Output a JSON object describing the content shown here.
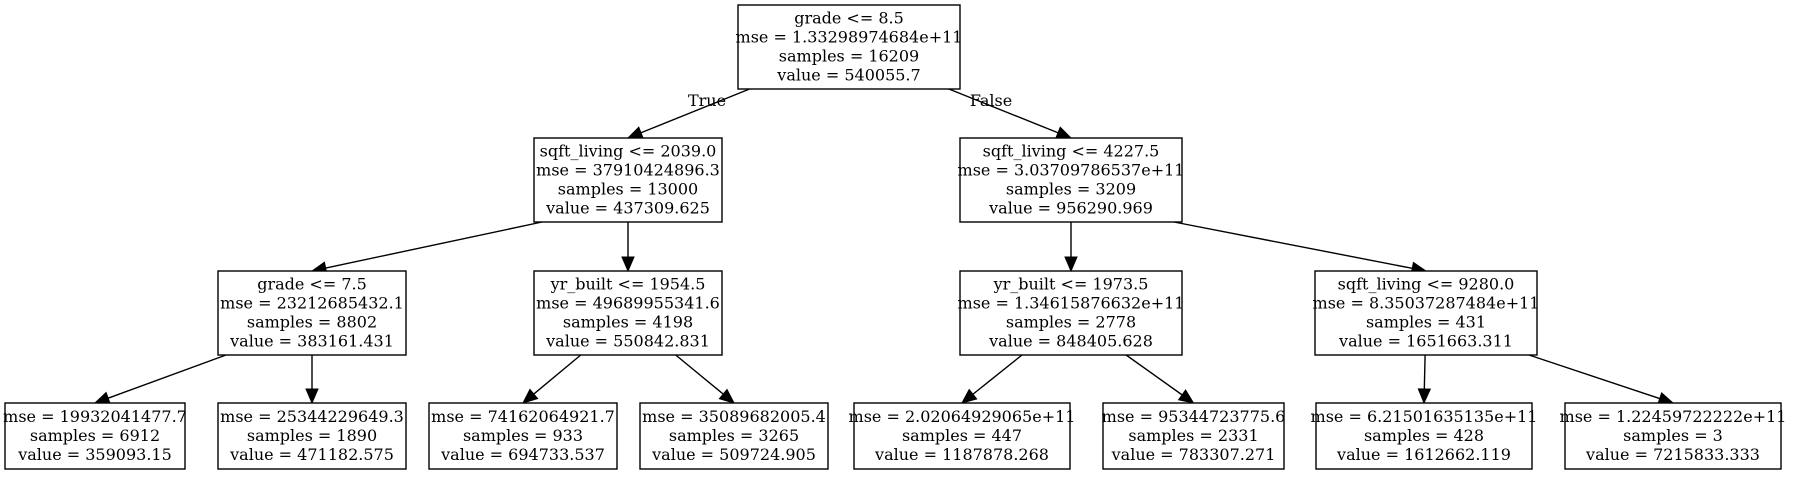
{
  "tree": {
    "nodes": [
      {
        "id": "n0",
        "lines": [
          "grade <= 8.5",
          "mse = 1.33298974684e+11",
          "samples = 16209",
          "value = 540055.7"
        ]
      },
      {
        "id": "n1",
        "lines": [
          "sqft_living <= 2039.0",
          "mse = 37910424896.3",
          "samples = 13000",
          "value = 437309.625"
        ]
      },
      {
        "id": "n2",
        "lines": [
          "sqft_living <= 4227.5",
          "mse = 3.03709786537e+11",
          "samples = 3209",
          "value = 956290.969"
        ]
      },
      {
        "id": "n3",
        "lines": [
          "grade <= 7.5",
          "mse = 23212685432.1",
          "samples = 8802",
          "value = 383161.431"
        ]
      },
      {
        "id": "n4",
        "lines": [
          "yr_built <= 1954.5",
          "mse = 49689955341.6",
          "samples = 4198",
          "value = 550842.831"
        ]
      },
      {
        "id": "n5",
        "lines": [
          "yr_built <= 1973.5",
          "mse = 1.34615876632e+11",
          "samples = 2778",
          "value = 848405.628"
        ]
      },
      {
        "id": "n6",
        "lines": [
          "sqft_living <= 9280.0",
          "mse = 8.35037287484e+11",
          "samples = 431",
          "value = 1651663.311"
        ]
      },
      {
        "id": "n7",
        "lines": [
          "mse = 19932041477.7",
          "samples = 6912",
          "value = 359093.15"
        ]
      },
      {
        "id": "n8",
        "lines": [
          "mse = 25344229649.3",
          "samples = 1890",
          "value = 471182.575"
        ]
      },
      {
        "id": "n9",
        "lines": [
          "mse = 74162064921.7",
          "samples = 933",
          "value = 694733.537"
        ]
      },
      {
        "id": "n10",
        "lines": [
          "mse = 35089682005.4",
          "samples = 3265",
          "value = 509724.905"
        ]
      },
      {
        "id": "n11",
        "lines": [
          "mse = 2.02064929065e+11",
          "samples = 447",
          "value = 1187878.268"
        ]
      },
      {
        "id": "n12",
        "lines": [
          "mse = 95344723775.6",
          "samples = 2331",
          "value = 783307.271"
        ]
      },
      {
        "id": "n13",
        "lines": [
          "mse = 6.21501635135e+11",
          "samples = 428",
          "value = 1612662.119"
        ]
      },
      {
        "id": "n14",
        "lines": [
          "mse = 1.22459722222e+11",
          "samples = 3",
          "value = 7215833.333"
        ]
      }
    ],
    "edges": [
      {
        "from": "n0",
        "to": "n1",
        "label": "True"
      },
      {
        "from": "n0",
        "to": "n2",
        "label": "False"
      },
      {
        "from": "n1",
        "to": "n3",
        "label": ""
      },
      {
        "from": "n1",
        "to": "n4",
        "label": ""
      },
      {
        "from": "n2",
        "to": "n5",
        "label": ""
      },
      {
        "from": "n2",
        "to": "n6",
        "label": ""
      },
      {
        "from": "n3",
        "to": "n7",
        "label": ""
      },
      {
        "from": "n3",
        "to": "n8",
        "label": ""
      },
      {
        "from": "n4",
        "to": "n9",
        "label": ""
      },
      {
        "from": "n4",
        "to": "n10",
        "label": ""
      },
      {
        "from": "n5",
        "to": "n11",
        "label": ""
      },
      {
        "from": "n5",
        "to": "n12",
        "label": ""
      },
      {
        "from": "n6",
        "to": "n13",
        "label": ""
      },
      {
        "from": "n6",
        "to": "n14",
        "label": ""
      }
    ]
  }
}
